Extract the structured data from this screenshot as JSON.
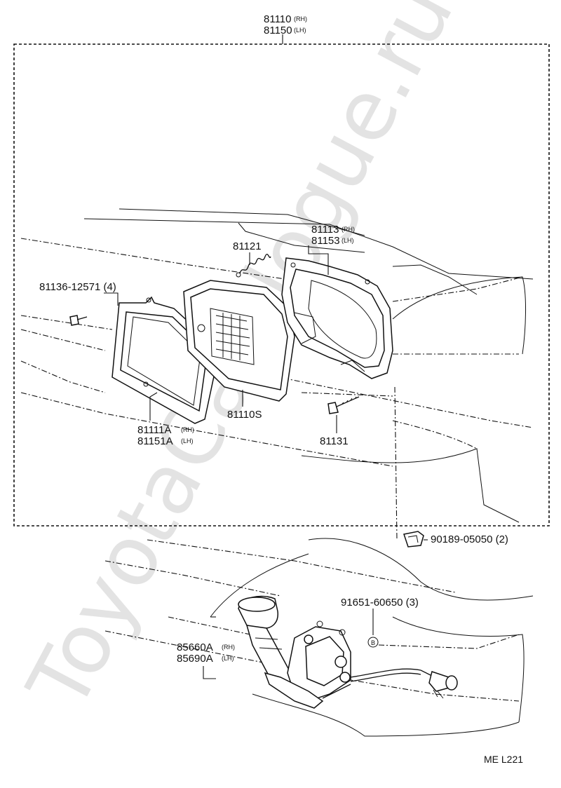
{
  "watermark": "ToyotaCatalogue.ru",
  "assembly": {
    "rh_part": "81110",
    "rh_side": "(RH)",
    "lh_part": "81150",
    "lh_side": "(LH)"
  },
  "labels": {
    "spring": "81121",
    "housing_rh": "81113",
    "housing_rh_side": "(RH)",
    "housing_lh": "81153",
    "housing_lh_side": "(LH)",
    "screw": "81136-12571 (4)",
    "lamp_unit": "81110S",
    "rim_rh": "81111A",
    "rim_rh_side": "(RH)",
    "rim_lh": "81151A",
    "rim_lh_side": "(LH)",
    "adjust_screw": "81131",
    "clip": "90189-05050 (2)",
    "bolt": "91651-60650 (3)",
    "bolt_marker": "B",
    "motor_rh": "85660A",
    "motor_rh_side": "(RH)",
    "motor_lh": "85690A",
    "motor_lh_side": "(LH)",
    "code": "ME  L221"
  }
}
